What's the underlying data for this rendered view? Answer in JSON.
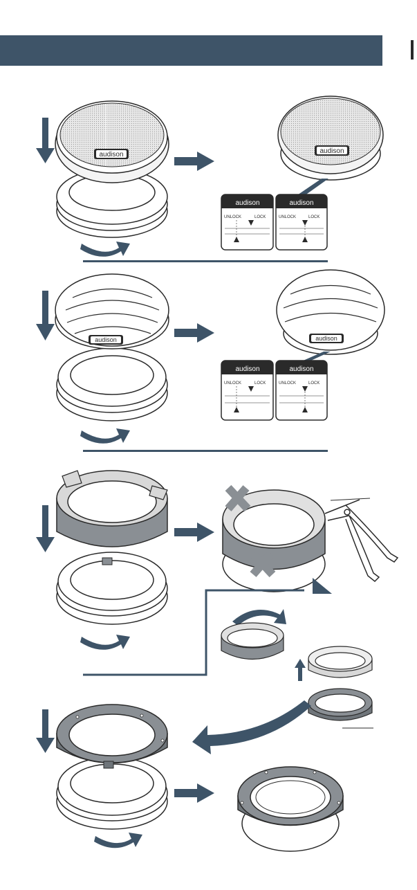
{
  "header": {
    "title": ""
  },
  "brand": {
    "logo_text": "audison"
  },
  "lock_panel": {
    "unlock_label": "UNLOCK",
    "lock_label": "LOCK"
  },
  "colors": {
    "accent": "#3e5468",
    "line": "#2a2a2a",
    "ring_gray": "#8a8f94"
  }
}
